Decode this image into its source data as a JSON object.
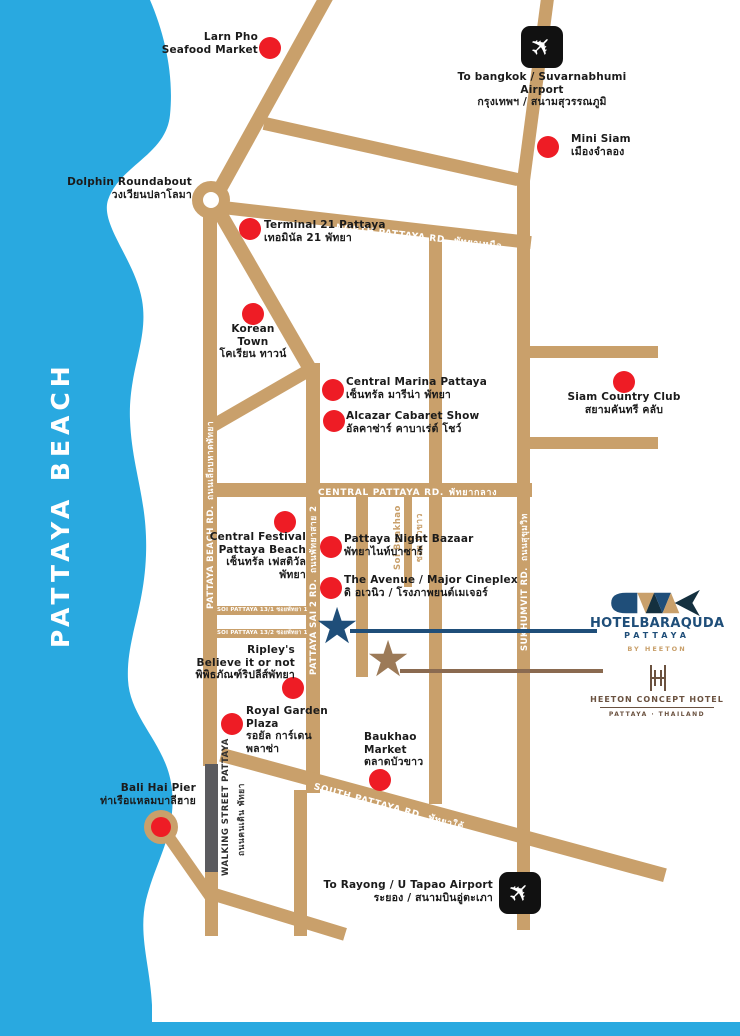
{
  "water": {
    "label": "PATTAYA BEACH"
  },
  "roads": {
    "north_en": "NORTH PATTAYA RD.",
    "north_th": "พัทยาเหนือ",
    "central_en": "CENTRAL PATTAYA RD.",
    "central_th": "พัทยากลาง",
    "south_en": "SOUTH PATTAYA RD.",
    "south_th": "พัทยาใต้",
    "beach_en": "PATTAYA BEACH RD.",
    "beach_th": "ถนนเลียบหาดพัทยา",
    "sai2_en": "PATTAYA SAI 2 RD.",
    "sai2_th": "ถนนพัทยาสาย 2",
    "sukhumvit_en": "SUKHUMVIT RD.",
    "sukhumvit_th": "ถนนสุขุมวิท",
    "soi_buakhao_en": "Soi Buakhao",
    "soi_buakhao_th": "ซอย บัวขาว",
    "walking_en": "WALKING STREET PATTAYA",
    "walking_th": "ถนนคนเดิน พัทยา",
    "soi13_1": "SOI PATTAYA 13/1 ซอยพัทยา 13/1",
    "soi13_2": "SOI PATTAYA 13/2 ซอยพัทยา 13/2"
  },
  "landmarks": {
    "larn_pho": {
      "label": "Larn Pho\nSeafood Market"
    },
    "dolphin": {
      "label": "Dolphin Roundabout\nวงเวียนปลาโลมา"
    },
    "terminal21": {
      "label": "Terminal 21 Pattaya\nเทอมินัล 21 พัทยา"
    },
    "korean_town": {
      "label": "Korean\nTown\nโคเรียน ทาวน์"
    },
    "mini_siam": {
      "label": "Mini Siam\nเมืองจำลอง"
    },
    "central_marina": {
      "label": "Central Marina Pattaya\nเซ็นทรัล มารีน่า พัทยา"
    },
    "alcazar": {
      "label": "Alcazar Cabaret Show\nอัลคาซ่าร์ คาบาเร่ต์ โชว์"
    },
    "siam_country_club": {
      "label": "Siam Country Club\nสยามคันทรี คลับ"
    },
    "central_festival": {
      "label": "Central Festival\nPattaya Beach\nเซ็นทรัล เฟสติวัล\nพัทยา"
    },
    "night_bazaar": {
      "label": "Pattaya Night Bazaar\nพัทยาไนท์บาซาร์"
    },
    "avenue": {
      "label": "The Avenue / Major Cineplex\nดิ อเวนิว / โรงภาพยนต์เมเจอร์"
    },
    "ripleys": {
      "label": "Ripley's\nBelieve it or not\nพิพิธภัณฑ์ริปลีส์พัทยา"
    },
    "royal_garden": {
      "label": "Royal Garden\nPlaza\nรอยัล การ์เดน\nพลาซ่า"
    },
    "baukhao_market": {
      "label": "Baukhao\nMarket\nตลาดบัวขาว"
    },
    "bali_hai": {
      "label": "Bali Hai Pier\nท่าเรือแหลมบาลีฮาย"
    }
  },
  "airports": {
    "bangkok": {
      "label": "To bangkok / Suvarnabhumi Airport\nกรุงเทพฯ / สนามสุวรรณภูมิ"
    },
    "rayong": {
      "label": "To Rayong / U Tapao Airport\nระยอง / สนามบินอู่ตะเภา"
    }
  },
  "hotels": {
    "baraquda": {
      "name": "HOTELBARAQUDA",
      "city": "PATTAYA",
      "byline": "BY HEETON"
    },
    "heeton": {
      "name": "HEETON CONCEPT HOTEL",
      "location": "PATTAYA · THAILAND"
    }
  },
  "icons": {
    "star": "★",
    "airplane": "✈"
  },
  "colors": {
    "road_tan": "#C9A06B",
    "water_blue": "#29A9E0",
    "marker_red": "#EE1C25",
    "baraquda_navy": "#1F4E79",
    "heeton_brown": "#6B5240",
    "route_brown": "#8A6A50",
    "walking_gray": "#5B5B5F"
  }
}
